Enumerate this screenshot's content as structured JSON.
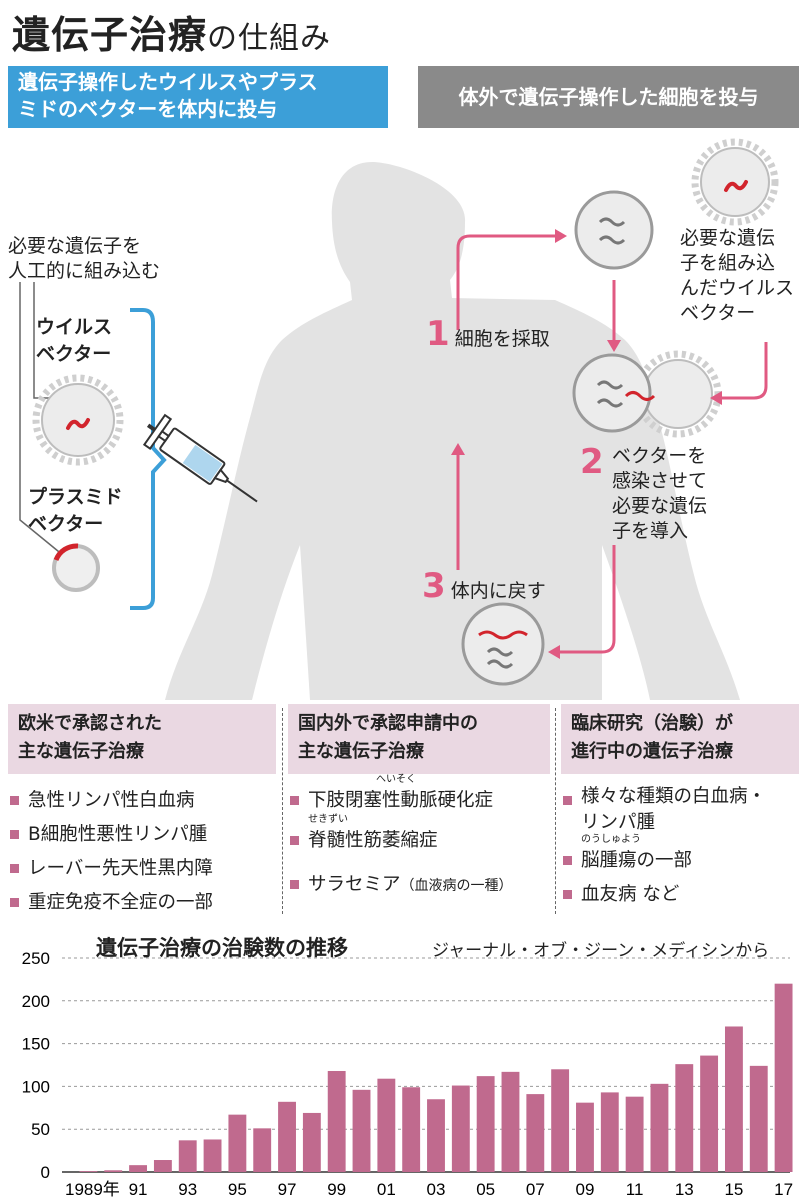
{
  "title": {
    "main": "遺伝子治療",
    "sub": "の仕組み"
  },
  "banners": {
    "left_line1": "遺伝子操作したウイルスやプラス",
    "left_line2": "ミドのベクターを体内に投与",
    "right": "体外で遺伝子操作した細胞を投与"
  },
  "left_diagram": {
    "note_line1": "必要な遺伝子を",
    "note_line2": "人工的に組み込む",
    "virus_line1": "ウイルス",
    "virus_line2": "ベクター",
    "plasmid_line1": "プラスミド",
    "plasmid_line2": "ベクター"
  },
  "right_diagram": {
    "vector_note": [
      "必要な遺伝",
      "子を組み込",
      "んだウイルス",
      "ベクター"
    ],
    "step1_num": "1",
    "step1_text": "細胞を採取",
    "step2_num": "2",
    "step2_text": [
      "ベクターを",
      "感染させて",
      "必要な遺伝",
      "子を導入"
    ],
    "step3_num": "3",
    "step3_text": "体内に戻す"
  },
  "colors": {
    "accent_blue": "#3c9fd8",
    "banner_gray": "#8a8a8a",
    "pink": "#e05a82",
    "bar": "#c06a8e",
    "panel_head": "#ead8e2",
    "silhouette": "#e3e3e3"
  },
  "panels": [
    {
      "head1": "欧米で承認された",
      "head2": "主な遺伝子治療",
      "items": [
        "急性リンパ性白血病",
        "B細胞性悪性リンパ腫",
        "レーバー先天性黒内障",
        "重症免疫不全症の一部"
      ]
    },
    {
      "head1": "国内外で承認申請中の",
      "head2": "主な遺伝子治療",
      "items": [
        "下肢閉塞性動脈硬化症",
        "脊髄性筋萎縮症",
        "サラセミア"
      ],
      "item_note": "（血液病の一種）",
      "ruby1": "へいそく",
      "ruby2": "せきずい"
    },
    {
      "head1": "臨床研究（治験）が",
      "head2": "進行中の遺伝子治療",
      "items": [
        "様々な種類の白血病・",
        "リンパ腫",
        "脳腫瘍の一部",
        "血友病 など"
      ],
      "ruby3": "のうしゅよう"
    }
  ],
  "chart_data": {
    "type": "bar",
    "title": "遺伝子治療の治験数の推移",
    "source": "ジャーナル・オブ・ジーン・メディシンから",
    "x": [
      1989,
      1990,
      1991,
      1992,
      1993,
      1994,
      1995,
      1996,
      1997,
      1998,
      1999,
      2000,
      2001,
      2002,
      2003,
      2004,
      2005,
      2006,
      2007,
      2008,
      2009,
      2010,
      2011,
      2012,
      2013,
      2014,
      2015,
      2016,
      2017
    ],
    "values": [
      1,
      2,
      8,
      14,
      37,
      38,
      67,
      51,
      82,
      69,
      118,
      96,
      109,
      99,
      85,
      101,
      112,
      117,
      91,
      120,
      81,
      93,
      88,
      103,
      126,
      136,
      170,
      124,
      220
    ],
    "ylim": [
      0,
      250
    ],
    "yticks": [
      "250",
      "200",
      "150",
      "100",
      "50",
      "0"
    ],
    "xtick_labels": [
      "1989年",
      "91",
      "93",
      "95",
      "97",
      "99",
      "01",
      "03",
      "05",
      "07",
      "09",
      "11",
      "13",
      "15",
      "17"
    ],
    "grid": true
  }
}
